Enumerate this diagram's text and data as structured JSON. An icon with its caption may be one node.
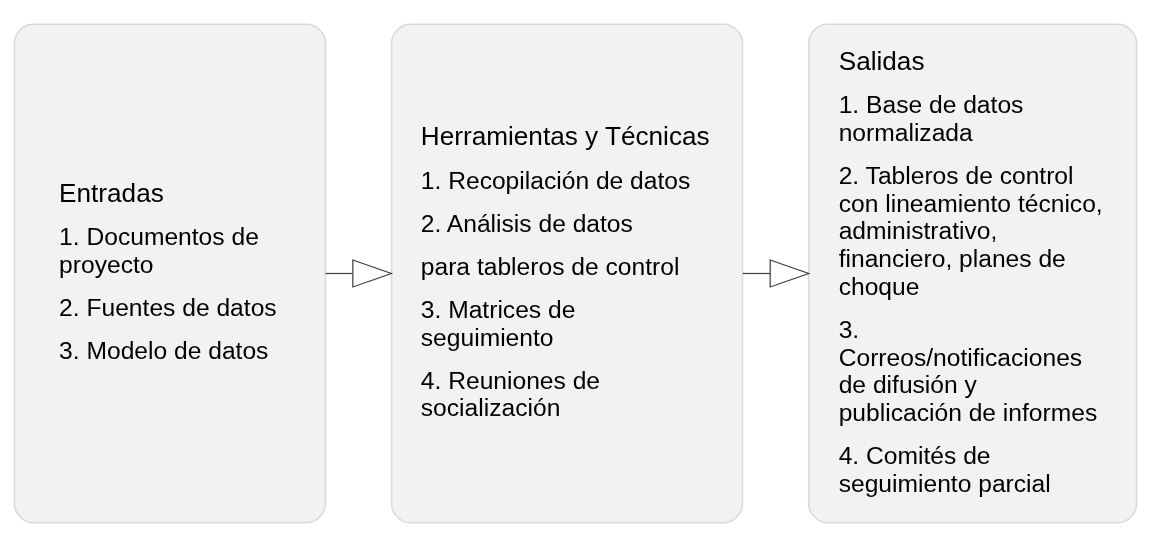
{
  "diagram": {
    "nodes": [
      {
        "text": [
          "Entradas",
          "1. Documentos de proyecto",
          "2. Fuentes de datos",
          "3. Modelo de datos"
        ]
      },
      {
        "text": [
          "Herramientas y Técnicas",
          "1. Recopilación de datos",
          "2. Análisis de datos",
          "para tableros de control",
          "3. Matrices de seguimiento",
          "4. Reuniones de socialización"
        ]
      },
      {
        "text": [
          "Salidas",
          "1. Base de datos normalizada",
          "2. Tableros de control con lineamiento técnico, administrativo, financiero, planes de choque",
          "3. Correos/notificaciones de difusión y publicación de informes",
          "4. Comités de seguimiento parcial"
        ]
      }
    ],
    "edges": [
      {
        "from": 0,
        "to": 1,
        "arrow": "to"
      },
      {
        "from": 1,
        "to": 2,
        "arrow": "to"
      }
    ]
  }
}
